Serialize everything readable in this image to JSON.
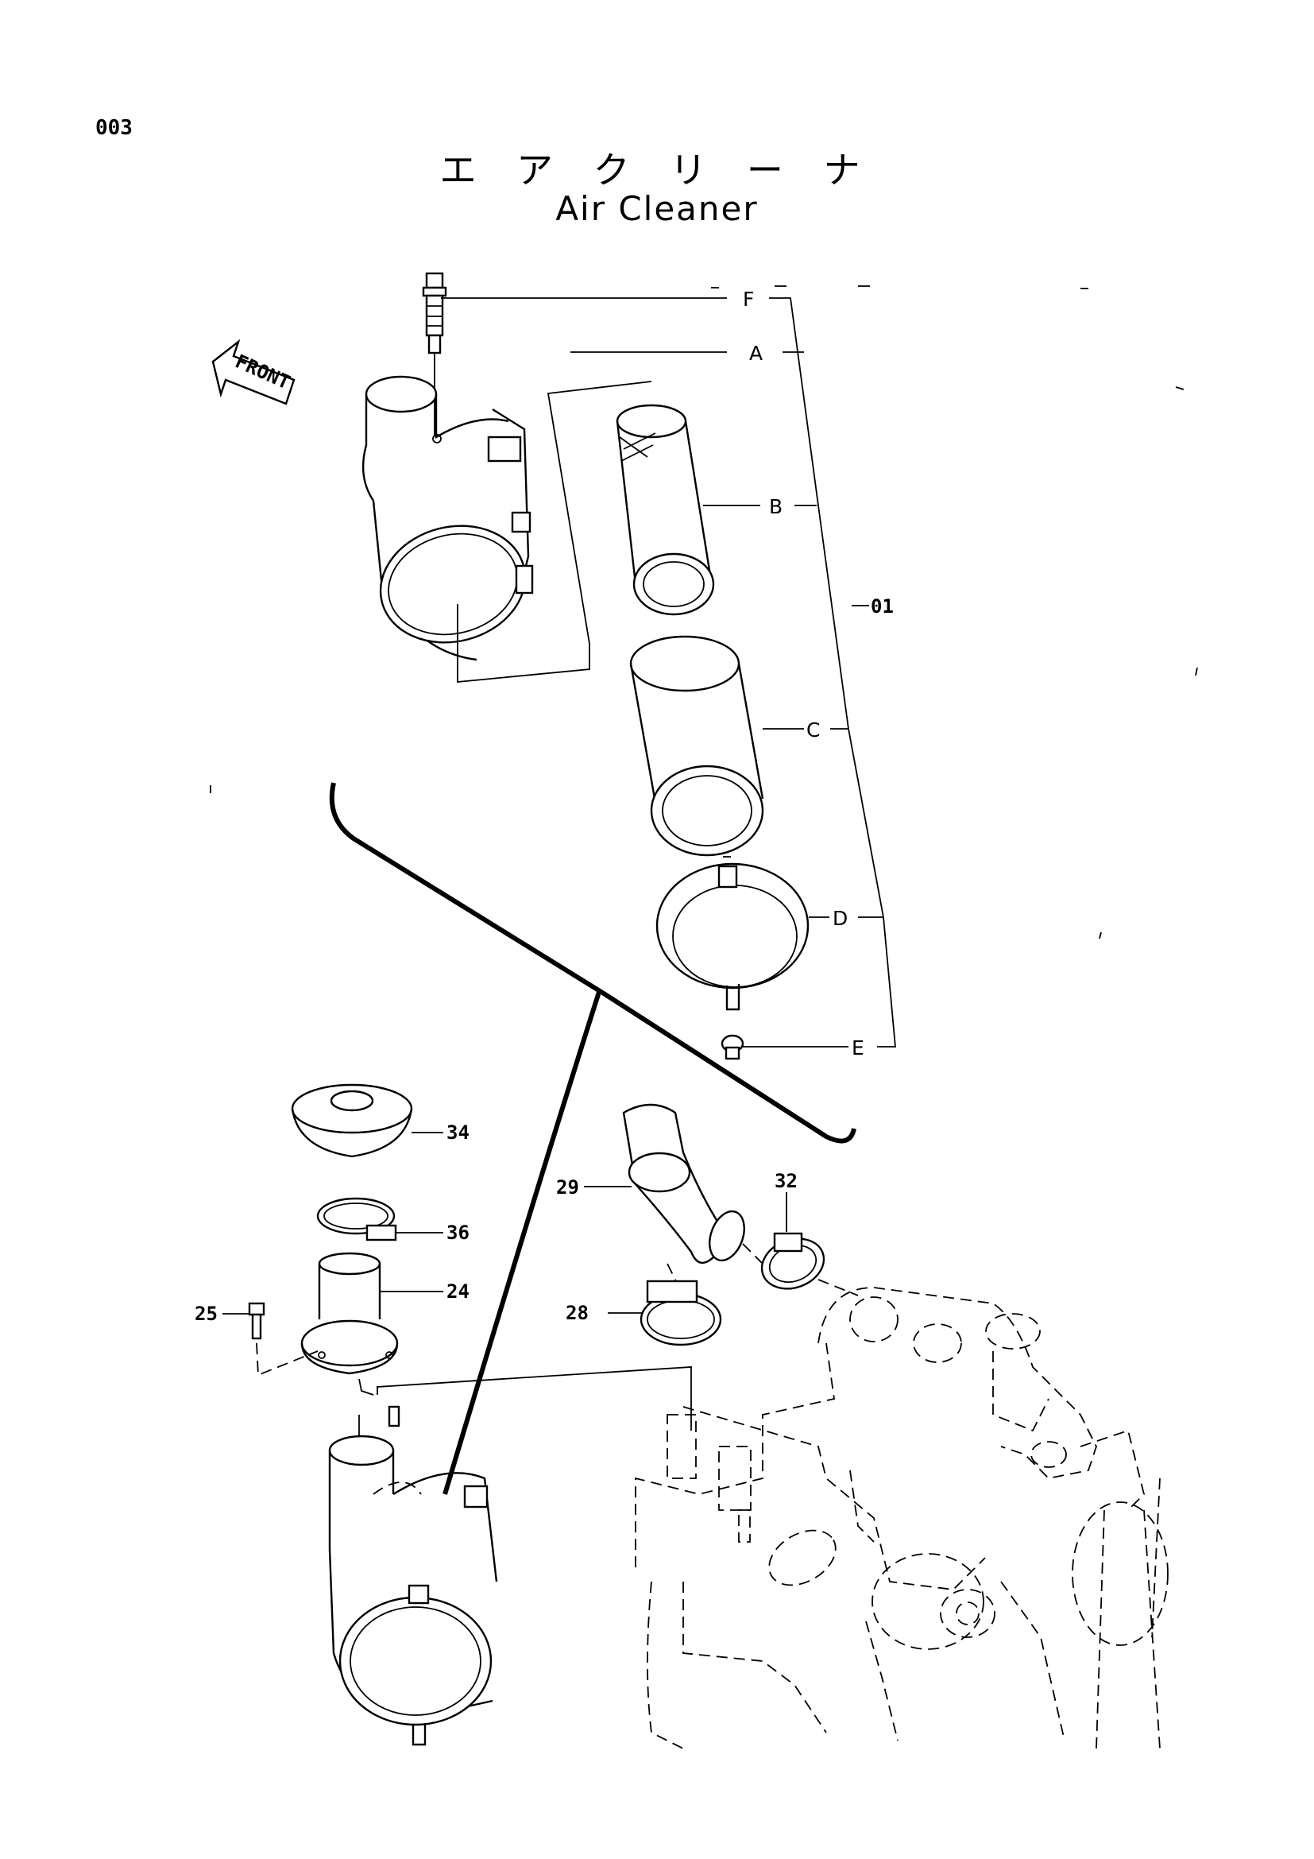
{
  "page_number": "003",
  "title": {
    "japanese": "エ ア ク リ ー ナ",
    "english": "Air Cleaner"
  },
  "front_arrow_label": "FRONT",
  "assembly_callout": "01",
  "sub_part_labels": {
    "F": "F",
    "A": "A",
    "B": "B",
    "C": "C",
    "D": "D",
    "E": "E"
  },
  "part_numbers": {
    "p34": "34",
    "p36": "36",
    "p24": "24",
    "p25": "25",
    "p29": "29",
    "p32": "32",
    "p28": "28"
  },
  "colors": {
    "ink": "#000000",
    "paper": "#ffffff"
  }
}
